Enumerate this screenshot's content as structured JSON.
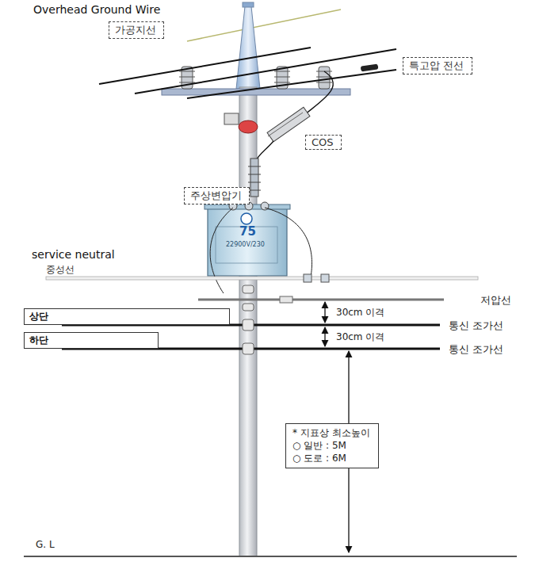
{
  "diagram": {
    "nodes": [
      {
        "text": [
          "가공지선"
        ]
      },
      {
        "text": [
          "특고압 전선"
        ]
      },
      {
        "text": [
          "COS"
        ]
      },
      {
        "text": [
          "주상변압기"
        ]
      },
      {
        "text": [
          "상단"
        ]
      },
      {
        "text": [
          "하단"
        ]
      },
      {
        "text": [
          "* 지표상 최소높이",
          "○ 일반 : 5M",
          "○ 도로 : 6M"
        ]
      }
    ],
    "labels": [
      "Overhead Ground Wire",
      "75",
      "22900V/230",
      "service neutral",
      "중성선",
      "저압선",
      "30cm 이격",
      "통신 조가선",
      "30cm 이격",
      "통신 조가선",
      "G. L"
    ]
  }
}
